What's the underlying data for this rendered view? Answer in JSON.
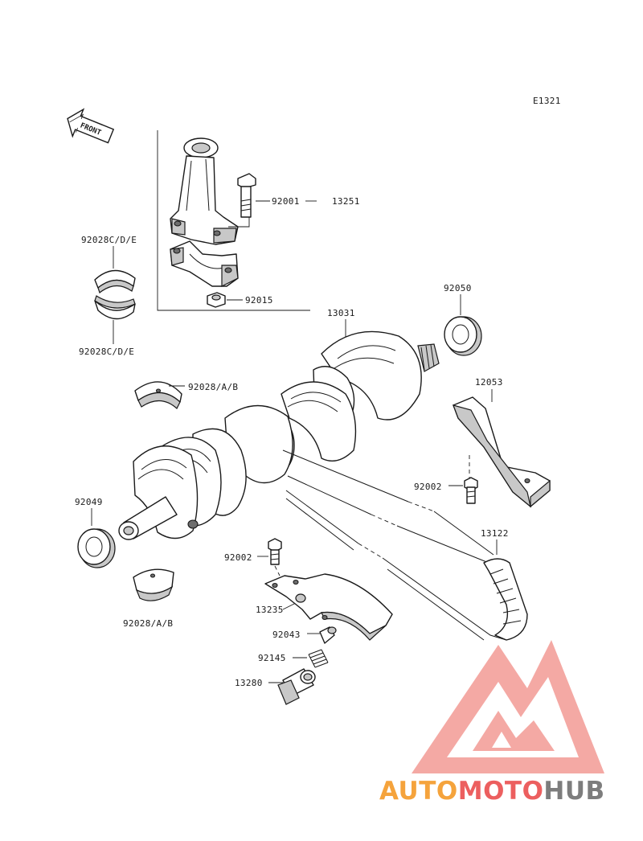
{
  "diagram_code": "E1321",
  "front_label": "FRONT",
  "labels": {
    "p92001": "92001",
    "p13251": "13251",
    "p92028cde_top": "92028C/D/E",
    "p92028cde_bottom": "92028C/D/E",
    "p92015": "92015",
    "p92050": "92050",
    "p13031": "13031",
    "p92028ab_top": "92028/A/B",
    "p12053": "12053",
    "p92002_right": "92002",
    "p92049": "92049",
    "p13122": "13122",
    "p92002_left": "92002",
    "p13235": "13235",
    "p92043": "92043",
    "p92145": "92145",
    "p13280": "13280",
    "p92028ab_bottom": "92028/A/B"
  },
  "watermark": {
    "part1": "AUTO",
    "part2": "MOTO",
    "part3": "HUB",
    "color_orange": "#f5a33c",
    "color_red": "#ec5f5f",
    "color_gray": "#7d7d7d",
    "triangle_color": "#f08c86"
  }
}
